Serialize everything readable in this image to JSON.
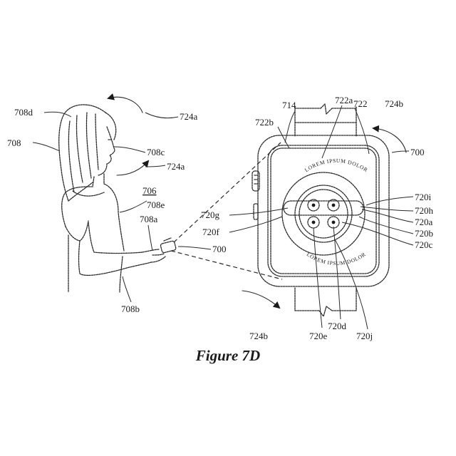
{
  "figure": {
    "caption": "Figure 7D",
    "watch_text": "LOREM IPSUM DOLOR",
    "labels": {
      "l708d": "708d",
      "l708": "708",
      "l708c": "708c",
      "l724a_top": "724a",
      "l724a_mid": "724a",
      "l706": "706",
      "l708e": "708e",
      "l708a": "708a",
      "l700_hand": "700",
      "l708b": "708b",
      "l714": "714",
      "l722a": "722a",
      "l722": "722",
      "l724b_top": "724b",
      "l722b": "722b",
      "l700_watch": "700",
      "l720i": "720i",
      "l720h": "720h",
      "l720a": "720a",
      "l720g": "720g",
      "l720b": "720b",
      "l720f": "720f",
      "l720c": "720c",
      "l720d": "720d",
      "l720e": "720e",
      "l720j": "720j",
      "l724b_bottom": "724b"
    }
  }
}
